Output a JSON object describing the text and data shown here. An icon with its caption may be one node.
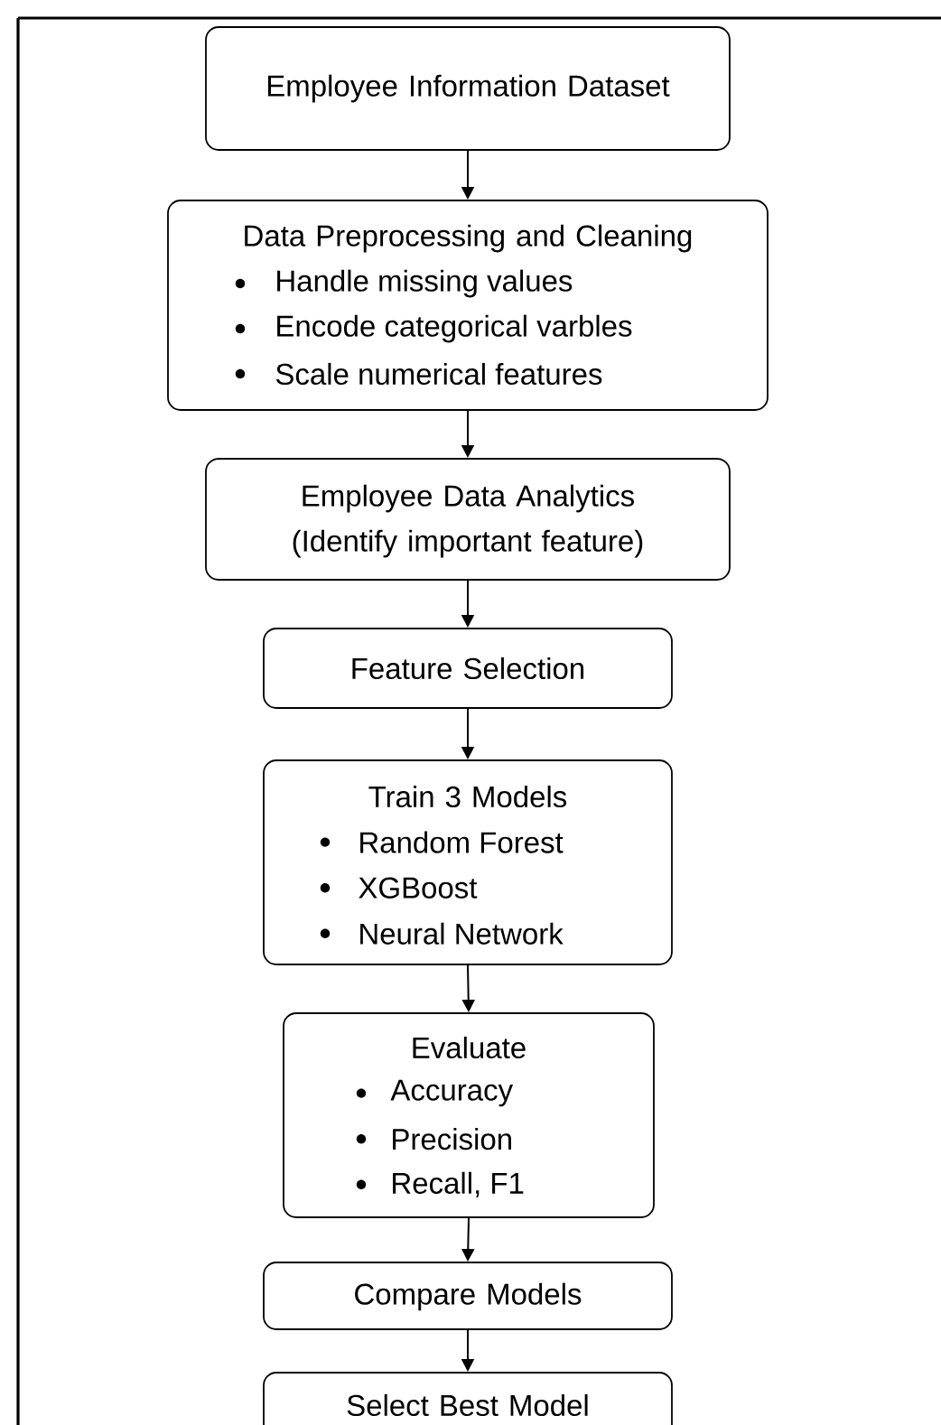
{
  "diagram": {
    "nodes": [
      {
        "text": [
          "Employee Information Dataset"
        ]
      },
      {
        "text": [
          "Data Preprocessing and Cleaning",
          "Handle missing values",
          "Encode categorical varbles",
          "Scale numerical features"
        ]
      },
      {
        "text": [
          "Employee Data Analytics",
          "(Identify important feature)"
        ]
      },
      {
        "text": [
          "Feature Selection"
        ]
      },
      {
        "text": [
          "Train 3 Models",
          "Random Forest",
          "XGBoost",
          "Neural Network"
        ]
      },
      {
        "text": [
          "Evaluate",
          "Accuracy",
          "Precision",
          "Recall, F1"
        ]
      },
      {
        "text": [
          "Compare Models"
        ]
      },
      {
        "text": [
          "Select Best Model"
        ]
      }
    ],
    "edges": [
      {
        "from": 0,
        "to": 1,
        "arrow": "to"
      },
      {
        "from": 1,
        "to": 2,
        "arrow": "to"
      },
      {
        "from": 2,
        "to": 3,
        "arrow": "to"
      },
      {
        "from": 3,
        "to": 4,
        "arrow": "to"
      },
      {
        "from": 4,
        "to": 5,
        "arrow": "to"
      },
      {
        "from": 5,
        "to": 6,
        "arrow": "to"
      },
      {
        "from": 6,
        "to": 7,
        "arrow": "to"
      }
    ]
  }
}
